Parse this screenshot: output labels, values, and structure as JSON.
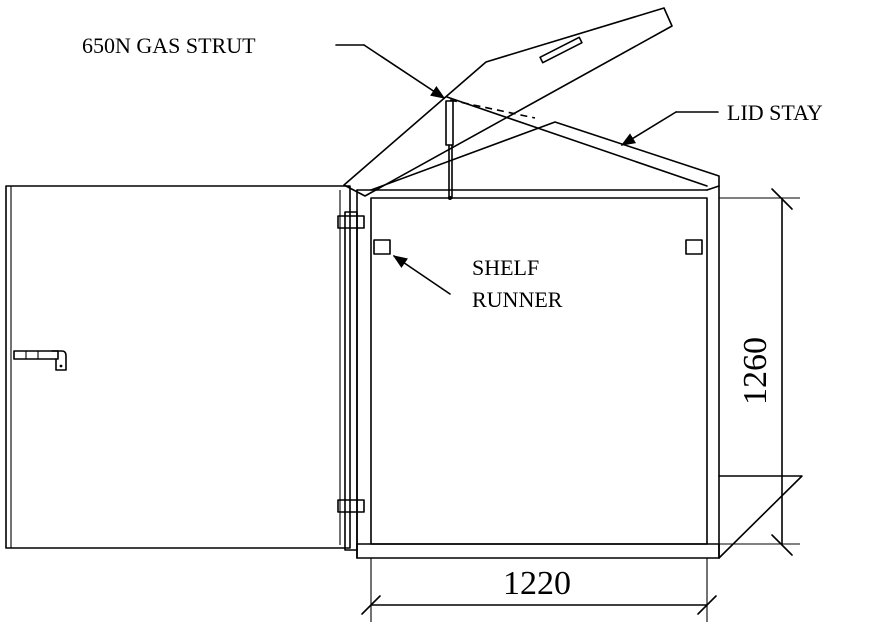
{
  "labels": {
    "gas_strut": "650N GAS STRUT",
    "lid_stay": "LID STAY",
    "shelf_runner_line1": "SHELF",
    "shelf_runner_line2": "RUNNER"
  },
  "dimensions": {
    "width": "1220",
    "height": "1260"
  }
}
